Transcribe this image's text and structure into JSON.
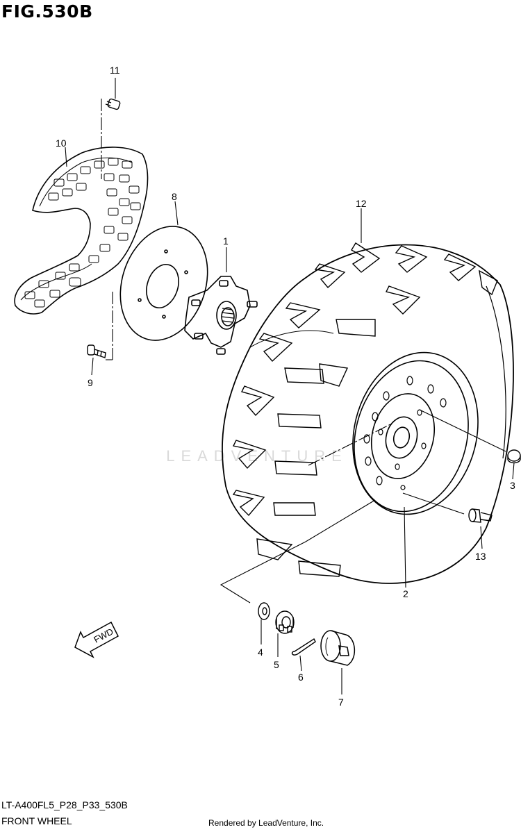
{
  "figure": {
    "title": "FIG.530B",
    "model_code": "LT-A400FL5_P28_P33_530B",
    "caption": "FRONT WHEEL",
    "render_credit": "Rendered by LeadVenture, Inc.",
    "watermark": "LEADVENTURE"
  },
  "direction_arrow": {
    "label": "FWD"
  },
  "callouts": [
    {
      "number": "1",
      "part": "hub"
    },
    {
      "number": "2",
      "part": "wheel-rim"
    },
    {
      "number": "3",
      "part": "wheel-nut"
    },
    {
      "number": "4",
      "part": "washer"
    },
    {
      "number": "5",
      "part": "castle-nut"
    },
    {
      "number": "6",
      "part": "cotter-pin"
    },
    {
      "number": "7",
      "part": "hub-cap"
    },
    {
      "number": "8",
      "part": "brake-disc"
    },
    {
      "number": "9",
      "part": "disc-bolt"
    },
    {
      "number": "10",
      "part": "disc-guard"
    },
    {
      "number": "11",
      "part": "guard-bolt"
    },
    {
      "number": "12",
      "part": "tire"
    },
    {
      "number": "13",
      "part": "air-valve"
    }
  ],
  "colors": {
    "line": "#000000",
    "watermark": "#d9d9d9"
  }
}
